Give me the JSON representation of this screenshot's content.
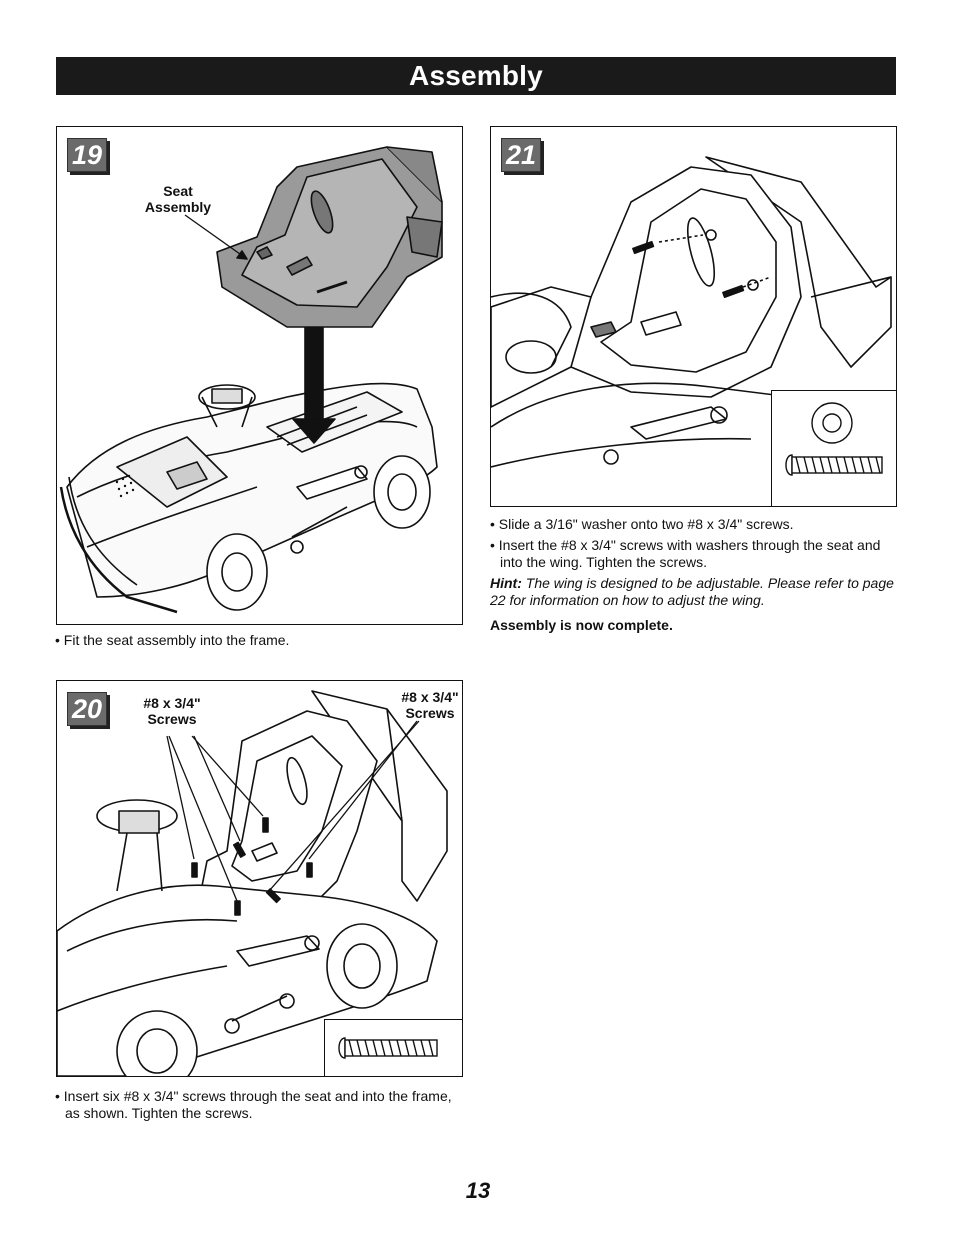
{
  "header": {
    "title": "Assembly"
  },
  "steps": {
    "s19": {
      "number": "19",
      "callout": "Seat\nAssembly",
      "instruction": "• Fit the seat assembly into the frame."
    },
    "s20": {
      "number": "20",
      "callout_left": "#8 x 3/4\"\nScrews",
      "callout_right": "#8 x 3/4\"\nScrews",
      "instruction": "• Insert six #8 x 3/4\" screws through the seat and into the frame, as shown. Tighten the screws."
    },
    "s21": {
      "number": "21",
      "bullet1": "• Slide a 3/16\" washer onto two #8 x 3/4\" screws.",
      "bullet2": "• Insert the #8 x 3/4\" screws with washers through the seat and into the wing. Tighten the screws.",
      "hint_label": "Hint:",
      "hint_text": " The wing is designed to be adjustable. Please refer to page 22 for information on how to adjust the wing.",
      "complete": "Assembly is now complete."
    }
  },
  "footer": {
    "page_number": "13"
  }
}
